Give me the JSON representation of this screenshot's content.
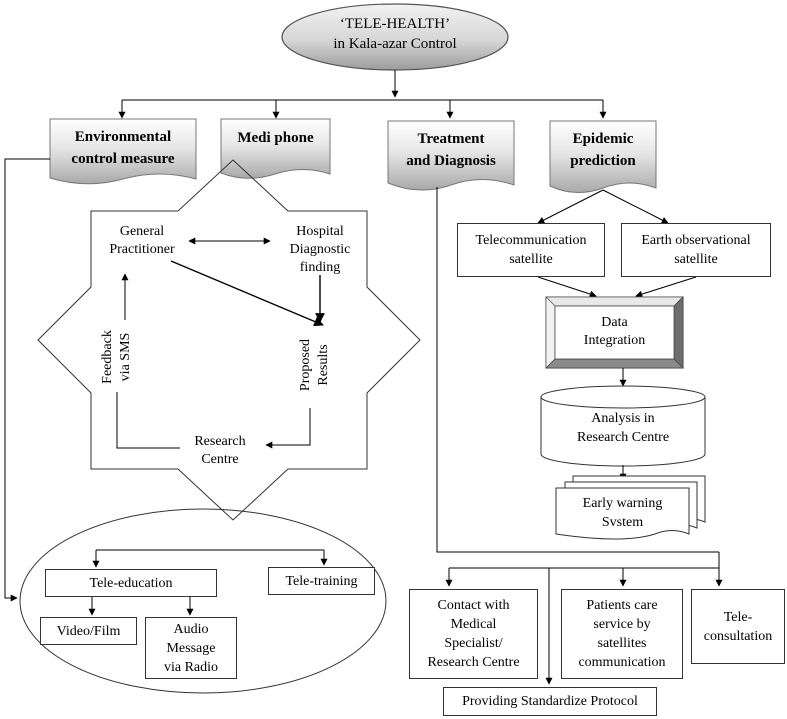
{
  "title": {
    "line1": "‘TELE-HEALTH’",
    "line2": "in Kala-azar Control"
  },
  "branches": {
    "environmental": {
      "line1": "Environmental",
      "line2": "control measure"
    },
    "mediphone": "Medi phone",
    "treatment": {
      "line1": "Treatment",
      "line2": "and Diagnosis"
    },
    "epidemic": {
      "line1": "Epidemic",
      "line2": "prediction"
    }
  },
  "mediphone_cycle": {
    "general_practitioner": {
      "line1": "General",
      "line2": "Practitioner"
    },
    "hospital": {
      "line1": "Hospital",
      "line2": "Diagnostic",
      "line3": "finding"
    },
    "proposed": {
      "line1": "Proposed",
      "line2": "Results"
    },
    "research": {
      "line1": "Research",
      "line2": "Centre"
    },
    "feedback": {
      "line1": "Feedback",
      "line2": "via SMS"
    }
  },
  "epidemic_flow": {
    "telecom": {
      "line1": "Telecommunication",
      "line2": "satellite"
    },
    "earth": {
      "line1": "Earth observational",
      "line2": "satellite"
    },
    "integration": {
      "line1": "Data",
      "line2": "Integration"
    },
    "analysis": {
      "line1": "Analysis in",
      "line2": "Research Centre"
    },
    "warning": {
      "line1": "Early warning",
      "line2": "Svstem"
    }
  },
  "environmental_flow": {
    "tele_education": "Tele-education",
    "tele_training": "Tele-training",
    "video": "Video/Film",
    "audio": {
      "line1": "Audio",
      "line2": "Message",
      "line3": "via Radio"
    }
  },
  "treatment_flow": {
    "contact": {
      "line1": "Contact with",
      "line2": "Medical",
      "line3": "Specialist/",
      "line4": "Research Centre"
    },
    "patients": {
      "line1": "Patients care",
      "line2": "service by",
      "line3": "satellites",
      "line4": "communication"
    },
    "consultation": {
      "line1": "Tele-",
      "line2": "consultation"
    },
    "protocol": "Providing Standardize Protocol"
  },
  "colors": {
    "bannerTop": "#ffffff",
    "bannerBottom": "#a9a9a9",
    "ellipseTop": "#f2f2f2",
    "ellipseBottom": "#9c9c9c",
    "line": "#000000"
  },
  "icons": {
    "arrowhead": "filled-triangle-arrow"
  }
}
